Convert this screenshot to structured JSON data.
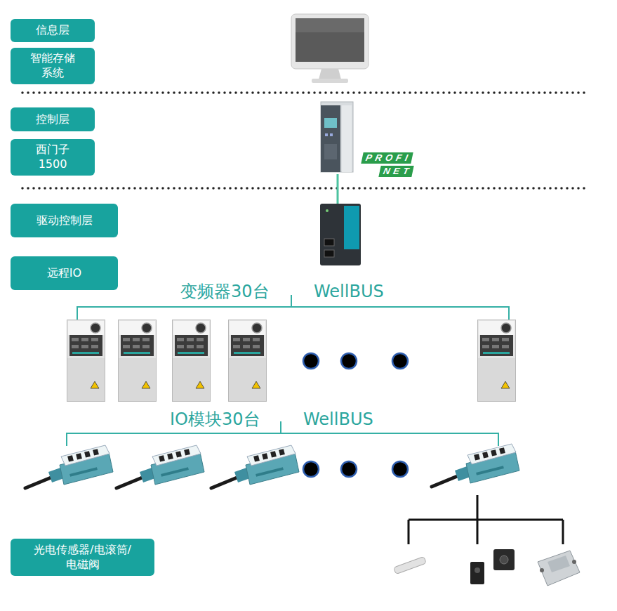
{
  "diagram": {
    "nodes": [
      {
        "text": [
          "信息层"
        ]
      },
      {
        "text": [
          "智能存储 系统"
        ]
      },
      {
        "text": [
          "控制层"
        ]
      },
      {
        "text": [
          "西门子 1500"
        ]
      },
      {
        "text": [
          "驱动控制层"
        ]
      },
      {
        "text": [
          "远程IO"
        ]
      },
      {
        "text": [
          "光电传感器/电滚筒/ 电磁阀"
        ]
      }
    ],
    "labels": [
      "变频器30台",
      "WellBUS",
      "IO模块30台",
      "WellBUS",
      "PROFI",
      "NET"
    ]
  }
}
